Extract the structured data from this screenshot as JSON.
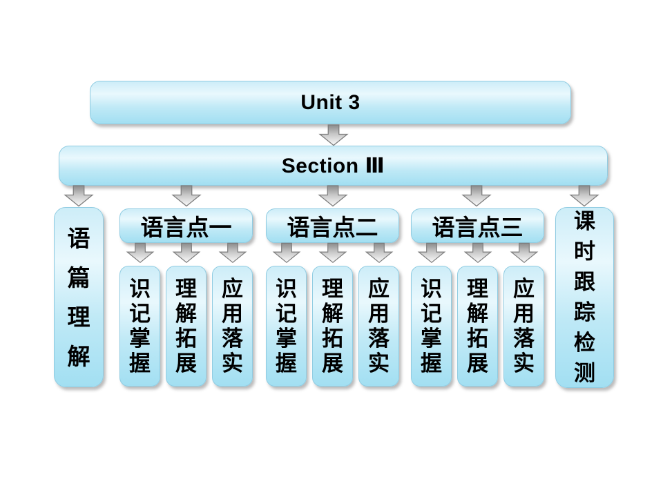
{
  "diagram": {
    "unit_label": "Unit 3",
    "section_label": "Section Ⅲ",
    "left_branch": "语篇理解",
    "right_branch": "课时跟踪检测",
    "groups": [
      {
        "label": "语言点一",
        "children": [
          "识记掌握",
          "理解拓展",
          "应用落实"
        ]
      },
      {
        "label": "语言点二",
        "children": [
          "识记掌握",
          "理解拓展",
          "应用落实"
        ]
      },
      {
        "label": "语言点三",
        "children": [
          "识记掌握",
          "理解拓展",
          "应用落实"
        ]
      }
    ],
    "colors": {
      "background": "#ffffff",
      "box_fill_top": "#cdedf8",
      "box_fill_mid": "#e9f8fd",
      "box_fill_bottom": "#a2dff2",
      "box_border": "#90cce2",
      "arrow_fill_top": "#8a8a8a",
      "arrow_fill_bottom": "#fbfbfb",
      "arrow_border": "#7d7d7d",
      "text": "#000000"
    }
  }
}
